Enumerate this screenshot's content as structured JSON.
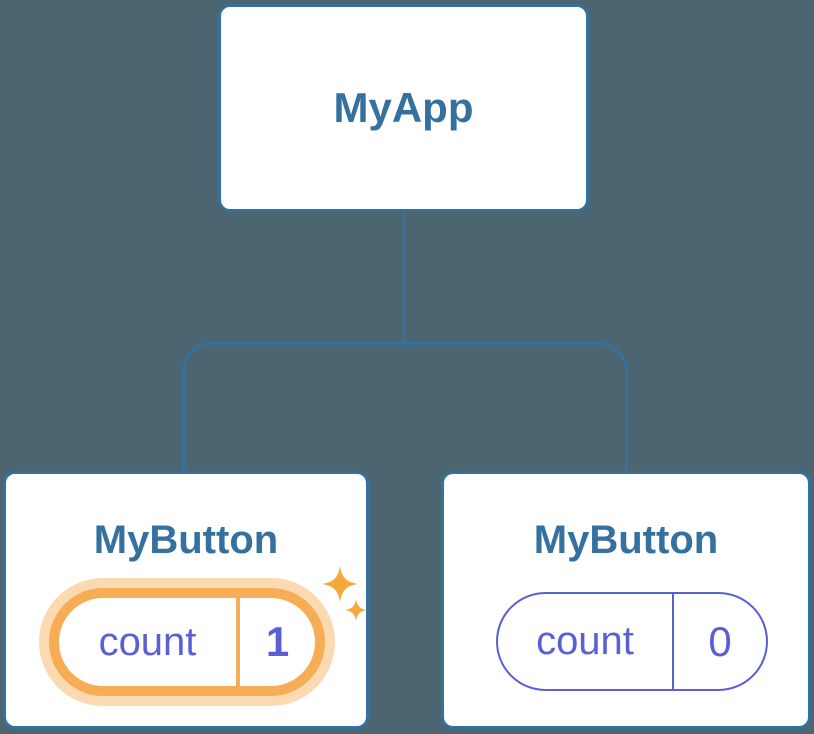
{
  "diagram": {
    "root": {
      "label": "MyApp"
    },
    "children": [
      {
        "label": "MyButton",
        "pill": {
          "key": "count",
          "value": "1"
        },
        "highlighted": true
      },
      {
        "label": "MyButton",
        "pill": {
          "key": "count",
          "value": "0"
        },
        "highlighted": false
      }
    ]
  },
  "colors": {
    "background": "#4B6670",
    "node_border_blue": "#35719F",
    "node_text_blue": "#35719F",
    "state_indigo": "#5A5FD3",
    "highlight_orange": "#F6AD55",
    "highlight_glow": "rgba(246,173,85,0.45)",
    "sparkle_orange": "#F5A83B",
    "card_background": "#FFFFFF"
  }
}
